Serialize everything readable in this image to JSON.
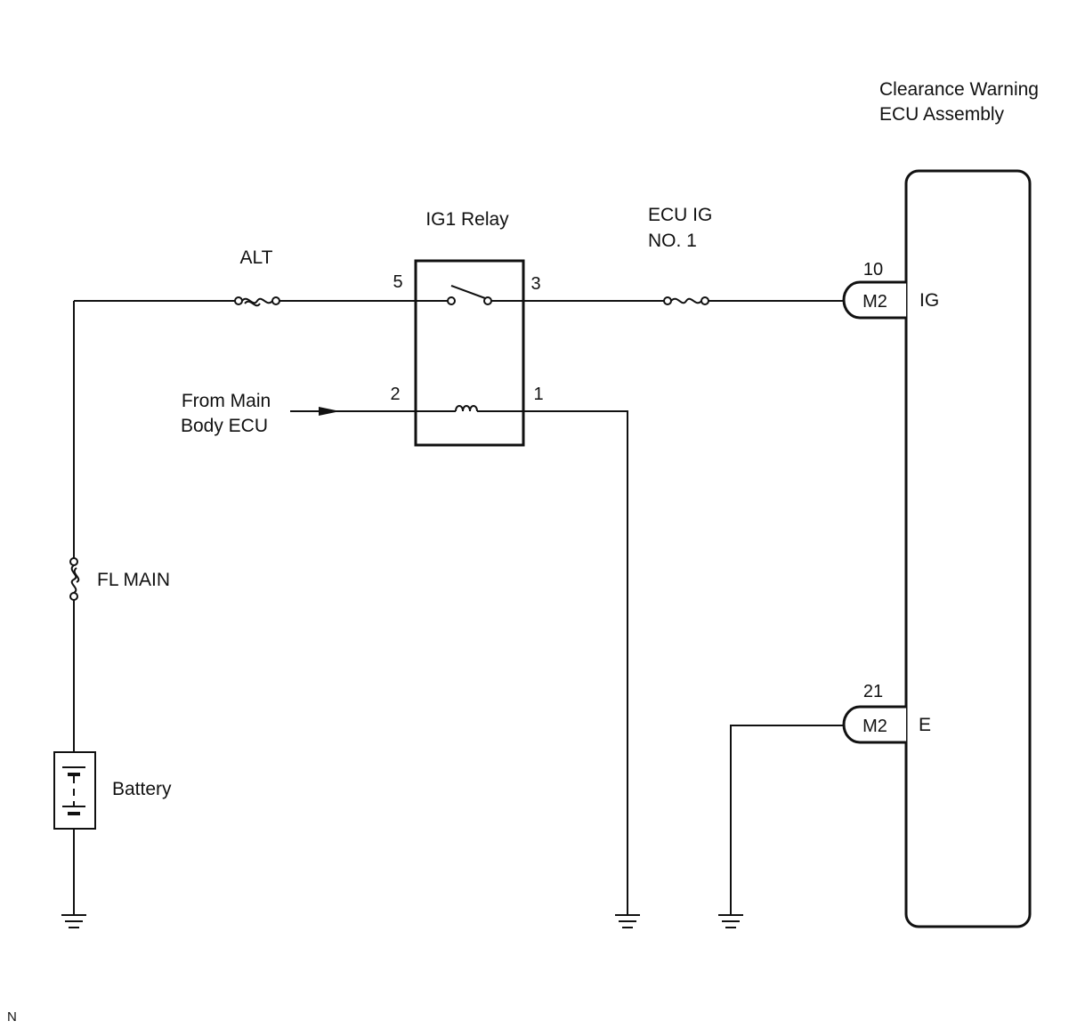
{
  "ecu": {
    "title_line1": "Clearance Warning",
    "title_line2": "ECU Assembly",
    "terminal_ig": "IG",
    "terminal_e": "E"
  },
  "relay": {
    "label": "IG1 Relay",
    "pin5": "5",
    "pin3": "3",
    "pin2": "2",
    "pin1": "1"
  },
  "fuses": {
    "alt": "ALT",
    "ecu_ig_line1": "ECU IG",
    "ecu_ig_line2": "NO. 1",
    "fl_main": "FL MAIN"
  },
  "connectors": [
    {
      "pin": "10",
      "name": "M2"
    },
    {
      "pin": "21",
      "name": "M2"
    }
  ],
  "input": {
    "line1": "From Main",
    "line2": "Body ECU"
  },
  "battery": {
    "label": "Battery"
  },
  "footer": {
    "code": "N"
  }
}
